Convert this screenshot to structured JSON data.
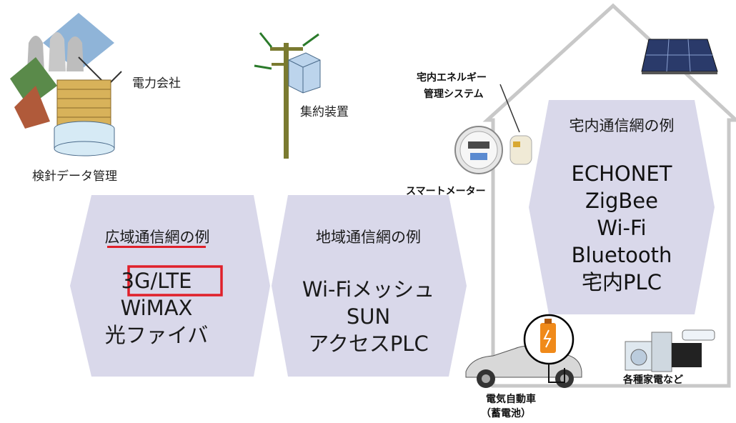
{
  "labels": {
    "power_company": "電力会社",
    "meter_data_mgmt": "検針データ管理",
    "concentrator": "集約装置",
    "hems_line1": "宅内エネルギー",
    "hems_line2": "管理システム",
    "smart_meter": "スマートメーター",
    "ev_line1": "電気自動車",
    "ev_line2": "（蓄電池）",
    "appliances": "各種家電など"
  },
  "wide_area": {
    "title": "広域通信網の例",
    "items": [
      "3G/LTE",
      "WiMAX",
      "光ファイバ"
    ],
    "highlight_color": "#e0202a"
  },
  "field_area": {
    "title": "地域通信網の例",
    "items": [
      "Wi-Fiメッシュ",
      "SUN",
      "アクセスPLC"
    ]
  },
  "home_area": {
    "title": "宅内通信網の例",
    "items": [
      "ECHONET",
      "ZigBee",
      "Wi-Fi",
      "Bluetooth",
      "宅内PLC"
    ]
  },
  "colors": {
    "arrow_fill": "#d9d8ea",
    "house_outline": "#c8c8c8"
  },
  "icons": [
    "power-plant-icon",
    "utility-pole-icon",
    "smart-meter-icon",
    "hems-device-icon",
    "solar-panel-icon",
    "electric-car-icon",
    "battery-icon",
    "appliances-icon"
  ]
}
